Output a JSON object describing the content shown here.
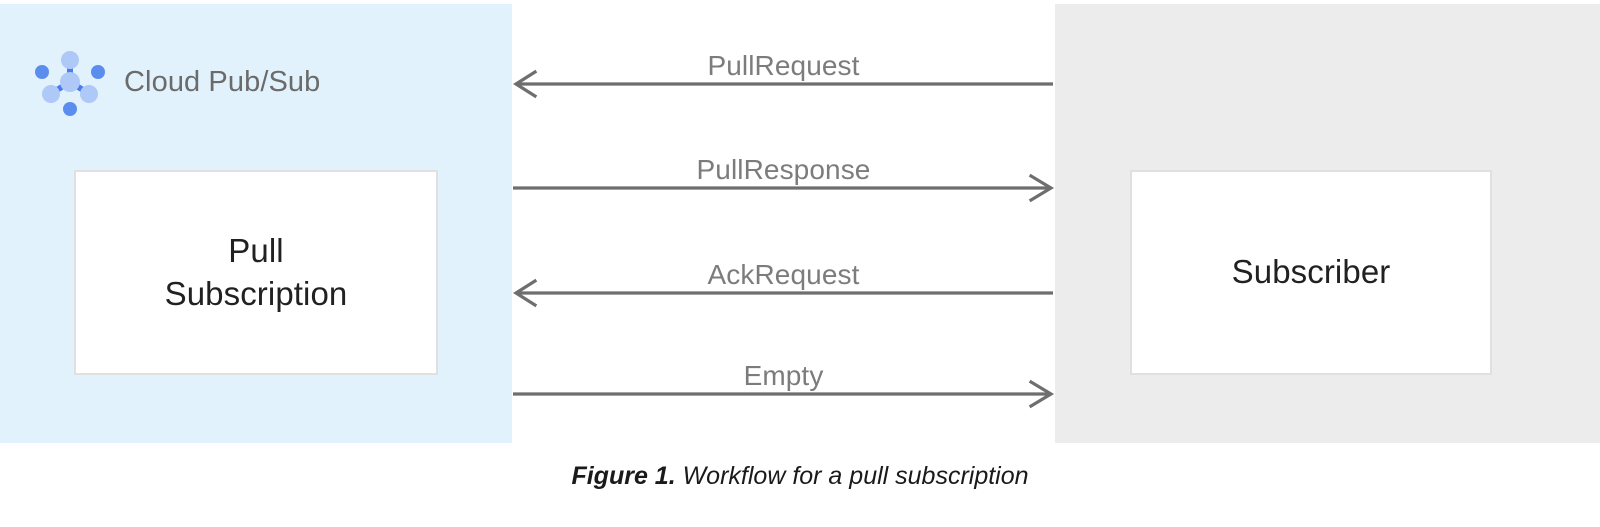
{
  "figure": {
    "caption_number": "Figure 1.",
    "caption_text": " Workflow for a pull subscription"
  },
  "colors": {
    "pubsub_panel_bg": "#e2f2fc",
    "subscriber_panel_bg": "#ececed",
    "messages_panel_bg": "#ffffff",
    "box_bg": "#ffffff",
    "box_border": "#e0e0e0",
    "arrow_stroke": "#6e6e6e",
    "message_label_text": "#7c7c7c",
    "brand_text": "#6b6b6b",
    "node_text": "#212121",
    "logo_light_blue": "#aec8f8",
    "logo_dark_blue": "#4a7cf0"
  },
  "pubsub_panel": {
    "brand_label": "Cloud Pub/Sub",
    "brand_icon": "pubsub-logo-icon",
    "node_label_line1": "Pull",
    "node_label_line2": "Subscription"
  },
  "subscriber_panel": {
    "node_label": "Subscriber"
  },
  "messages": [
    {
      "label": "PullRequest",
      "direction": "left",
      "icon": "arrow-left-icon"
    },
    {
      "label": "PullResponse",
      "direction": "right",
      "icon": "arrow-right-icon"
    },
    {
      "label": "AckRequest",
      "direction": "left",
      "icon": "arrow-left-icon"
    },
    {
      "label": "Empty",
      "direction": "right",
      "icon": "arrow-right-icon"
    }
  ]
}
